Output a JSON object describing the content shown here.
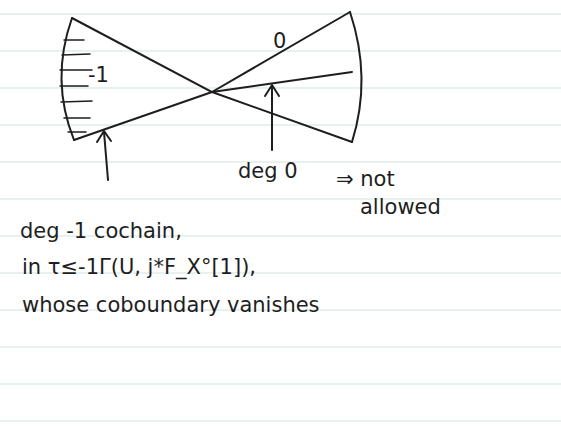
{
  "diagram": {
    "labels": [
      "-1",
      "0",
      "deg 0",
      "⇒ not",
      "allowed",
      "deg -1 cochain,",
      "in τ≤-1Γ(U, j*F_X°[1]),",
      "whose coboundary vanishes"
    ]
  }
}
